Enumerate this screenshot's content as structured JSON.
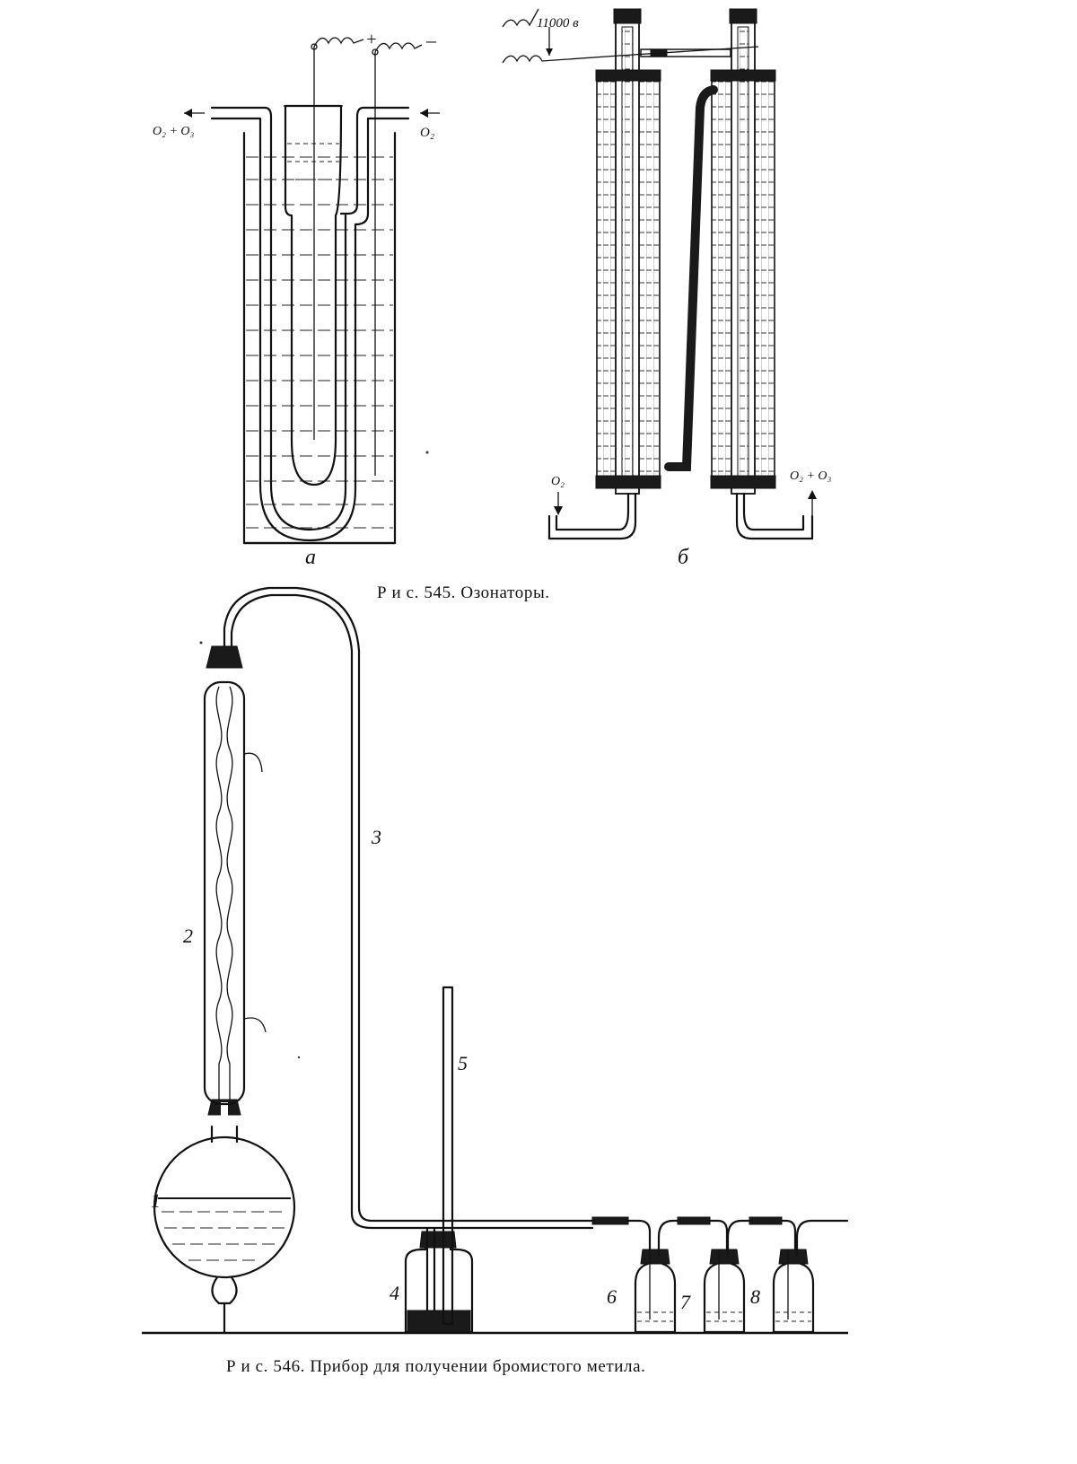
{
  "fig545": {
    "caption": "Р и с.   545.  Озонаторы.",
    "panel_a_label": "a",
    "panel_b_label": "б",
    "a_plus": "+",
    "a_minus": "–",
    "a_outlet": "O₂ + O₃",
    "a_inlet": "O₂",
    "b_voltage": "11000 в",
    "b_inlet": "O₂",
    "b_outlet": "O₂ + O₃"
  },
  "fig546": {
    "caption": "Р и с.  546. Прибор для получении  бромистого метила.",
    "labels": [
      "1",
      "2",
      "3",
      "4",
      "5",
      "6",
      "7",
      "8"
    ]
  }
}
